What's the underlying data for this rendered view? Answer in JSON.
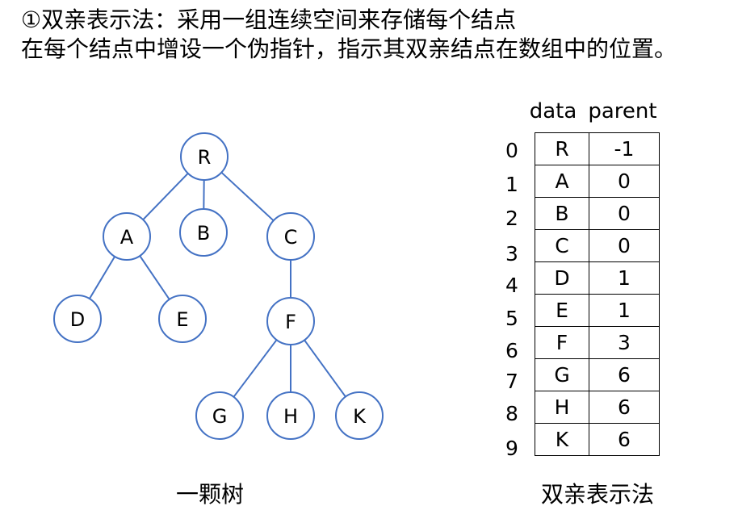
{
  "header": {
    "line1": "①双亲表示法：采用一组连续空间来存储每个结点",
    "line2": "在每个结点中增设一个伪指针，指示其双亲结点在数组中的位置。"
  },
  "tree": {
    "caption": "一颗树",
    "nodes": [
      {
        "id": "R",
        "label": "R"
      },
      {
        "id": "A",
        "label": "A"
      },
      {
        "id": "B",
        "label": "B"
      },
      {
        "id": "C",
        "label": "C"
      },
      {
        "id": "D",
        "label": "D"
      },
      {
        "id": "E",
        "label": "E"
      },
      {
        "id": "F",
        "label": "F"
      },
      {
        "id": "G",
        "label": "G"
      },
      {
        "id": "H",
        "label": "H"
      },
      {
        "id": "K",
        "label": "K"
      }
    ],
    "edges": [
      [
        "R",
        "A"
      ],
      [
        "R",
        "B"
      ],
      [
        "R",
        "C"
      ],
      [
        "A",
        "D"
      ],
      [
        "A",
        "E"
      ],
      [
        "C",
        "F"
      ],
      [
        "F",
        "G"
      ],
      [
        "F",
        "H"
      ],
      [
        "F",
        "K"
      ]
    ],
    "colors": {
      "node_stroke": "#4472c4",
      "edge": "#4472c4"
    }
  },
  "table": {
    "caption": "双亲表示法",
    "col_headers": {
      "data": "data",
      "parent": "parent"
    },
    "rows": [
      {
        "index": "0",
        "data": "R",
        "parent": "-1"
      },
      {
        "index": "1",
        "data": "A",
        "parent": "0"
      },
      {
        "index": "2",
        "data": "B",
        "parent": "0"
      },
      {
        "index": "3",
        "data": "C",
        "parent": "0"
      },
      {
        "index": "4",
        "data": "D",
        "parent": "1"
      },
      {
        "index": "5",
        "data": "E",
        "parent": "1"
      },
      {
        "index": "6",
        "data": "F",
        "parent": "3"
      },
      {
        "index": "7",
        "data": "G",
        "parent": "6"
      },
      {
        "index": "8",
        "data": "H",
        "parent": "6"
      },
      {
        "index": "9",
        "data": "K",
        "parent": "6"
      }
    ]
  }
}
